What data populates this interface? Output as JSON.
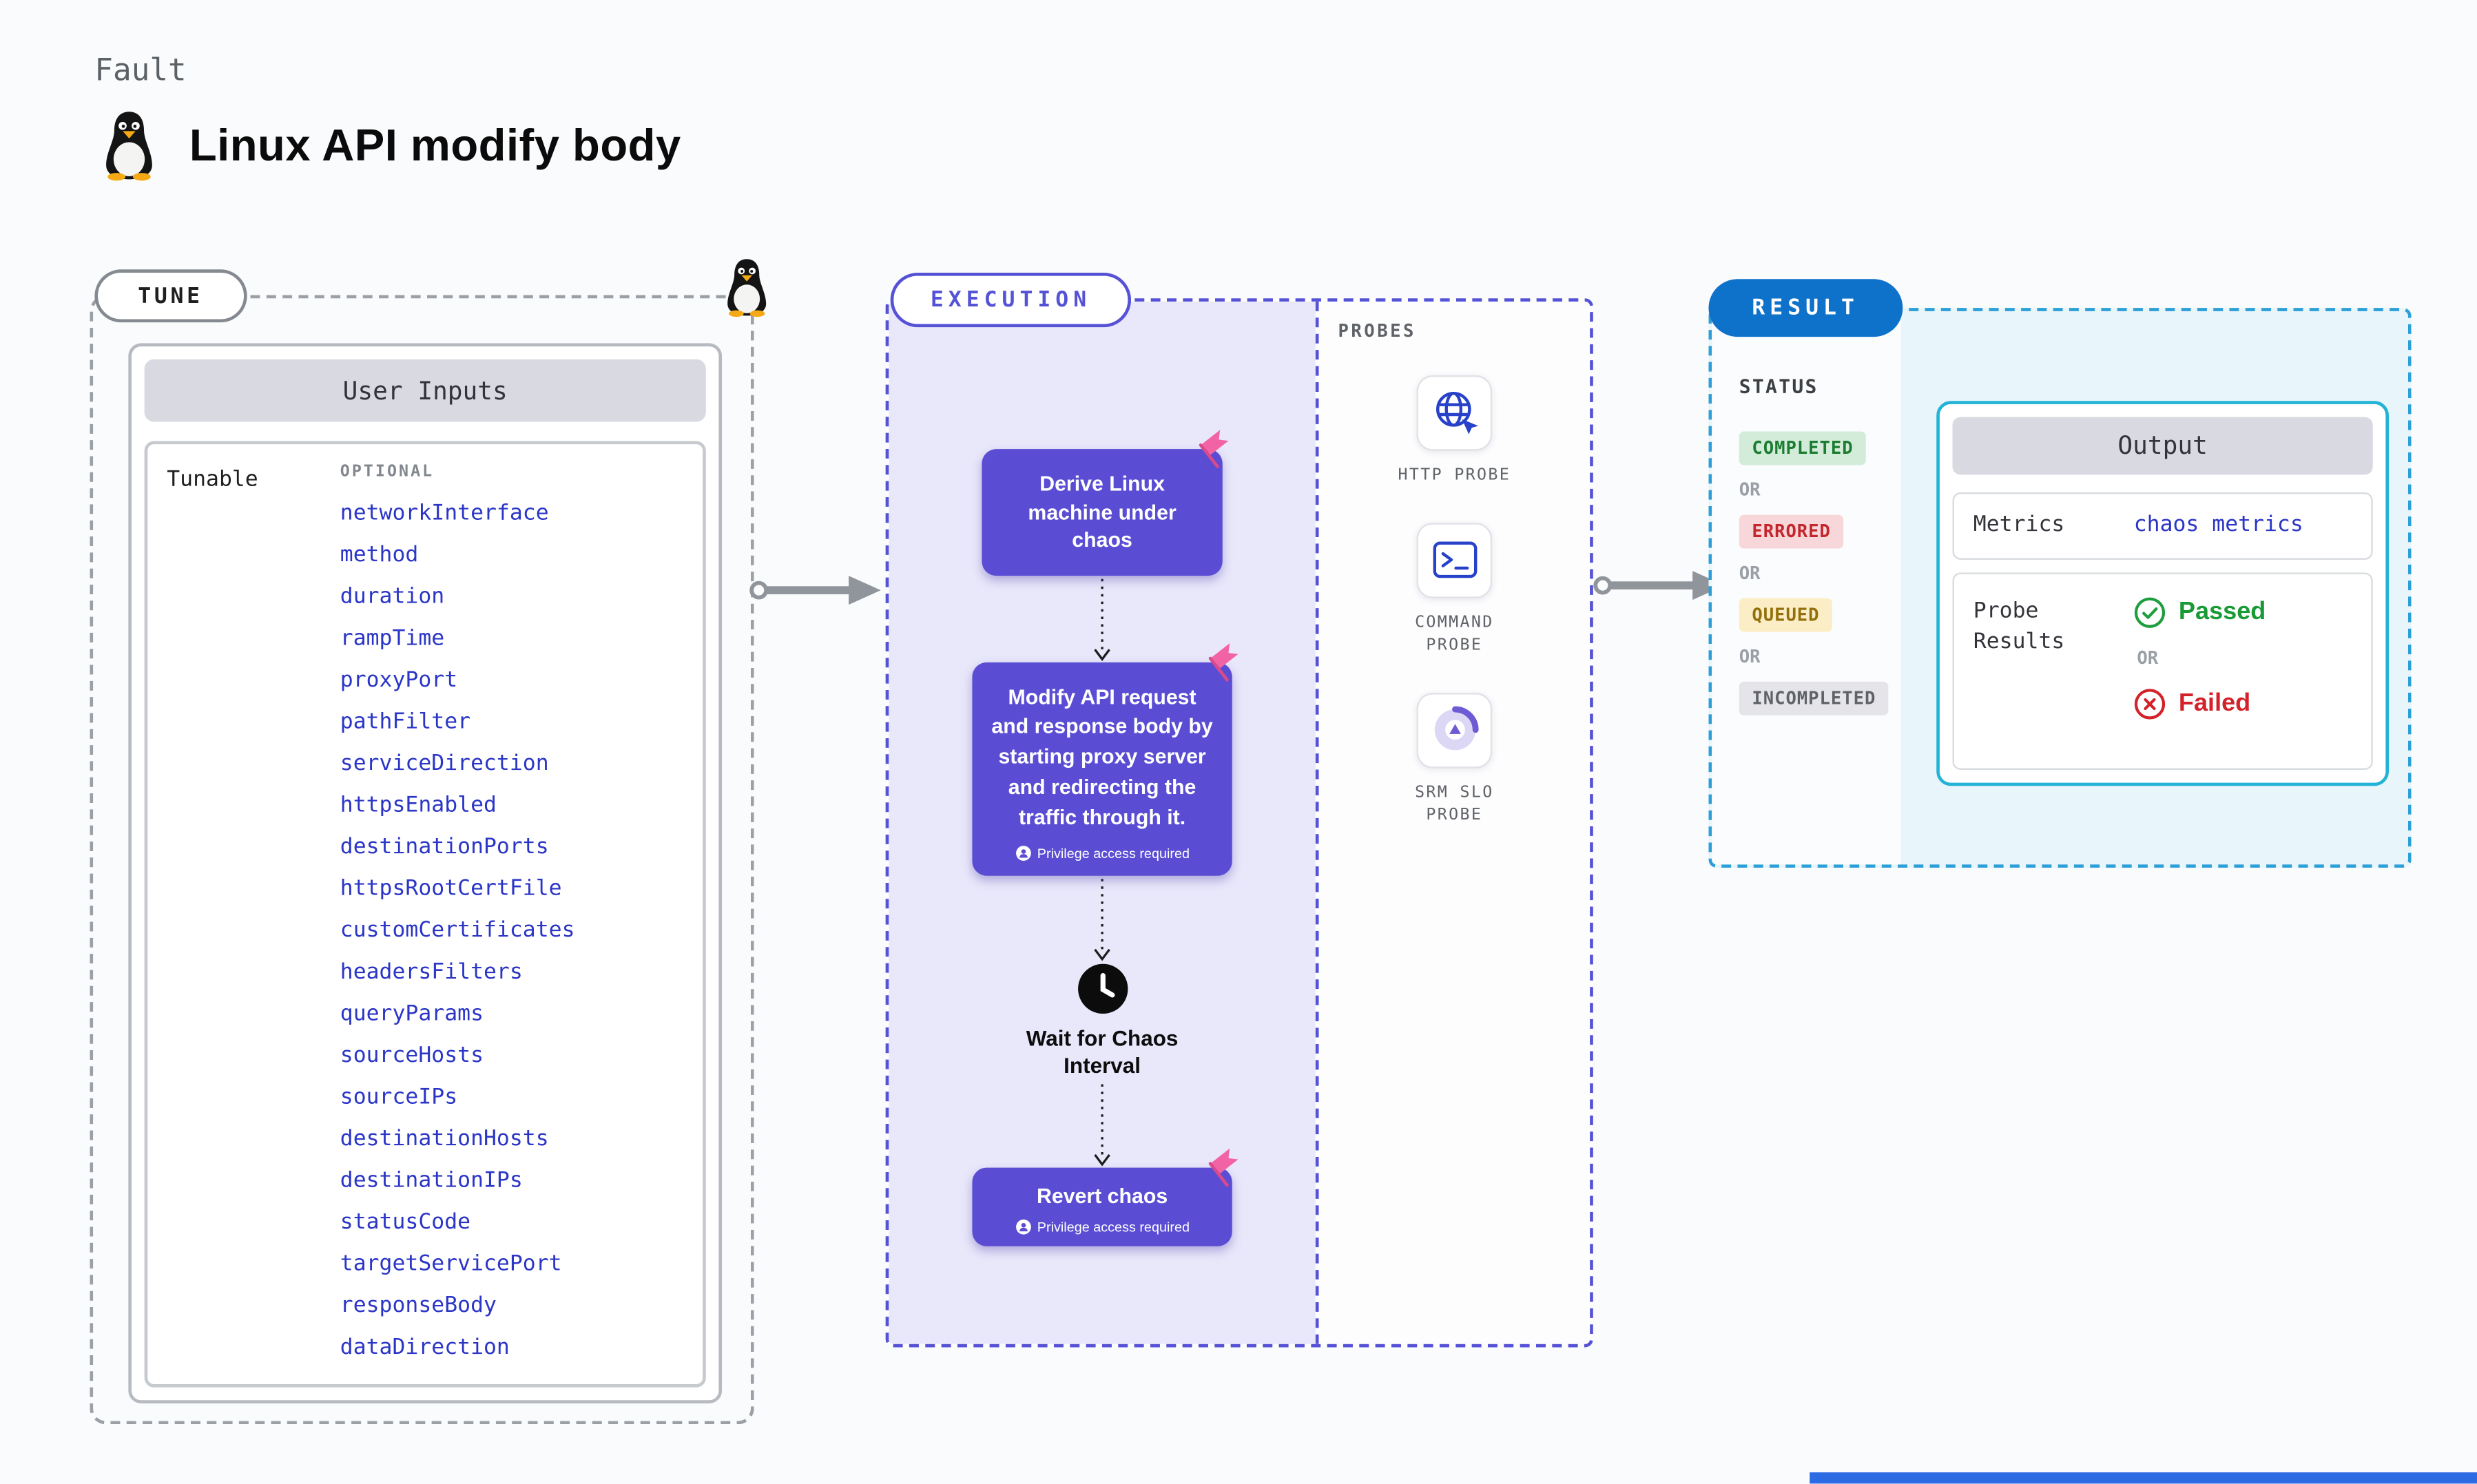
{
  "page": {
    "kicker": "Fault",
    "title": "Linux API modify body"
  },
  "tune": {
    "label": "TUNE",
    "card_header": "User Inputs",
    "row_label": "Tunable",
    "row_tag": "OPTIONAL",
    "tunables": [
      "networkInterface",
      "method",
      "duration",
      "rampTime",
      "proxyPort",
      "pathFilter",
      "serviceDirection",
      "httpsEnabled",
      "destinationPorts",
      "httpsRootCertFile",
      "customCertificates",
      "headersFilters",
      "queryParams",
      "sourceHosts",
      "sourceIPs",
      "destinationHosts",
      "destinationIPs",
      "statusCode",
      "targetServicePort",
      "responseBody",
      "dataDirection"
    ]
  },
  "execution": {
    "label": "EXECUTION",
    "steps": [
      {
        "text": "Derive Linux machine under chaos"
      },
      {
        "text": "Modify API request and response body by starting proxy server and redirecting the traffic through it.",
        "privilege_note": "Privilege access required"
      },
      {
        "text": "Wait for Chaos Interval"
      },
      {
        "text": "Revert chaos",
        "privilege_note": "Privilege access required"
      }
    ]
  },
  "probes": {
    "label": "PROBES",
    "items": [
      {
        "name": "HTTP PROBE",
        "icon": "http-probe-icon"
      },
      {
        "name": "COMMAND PROBE",
        "icon": "command-probe-icon"
      },
      {
        "name": "SRM SLO PROBE",
        "icon": "srm-slo-probe-icon"
      }
    ]
  },
  "result": {
    "label": "RESULT",
    "status_label": "STATUS",
    "or_label": "OR",
    "statuses": [
      {
        "text": "COMPLETED",
        "kind": "success"
      },
      {
        "text": "ERRORED",
        "kind": "error"
      },
      {
        "text": "QUEUED",
        "kind": "warning"
      },
      {
        "text": "INCOMPLETED",
        "kind": "neutral"
      }
    ],
    "output": {
      "header": "Output",
      "metrics_label": "Metrics",
      "metrics_value": "chaos metrics",
      "probe_results_label": "Probe Results",
      "passed": "Passed",
      "failed": "Failed"
    }
  },
  "colors": {
    "page_bg": "#fafbfc",
    "step_purple": "#5a4dd3",
    "lavender": "#e9e7fa",
    "flag_pink": "#f263a5",
    "mono_blue": "#2b36c6",
    "exec_border": "#5552d6",
    "dash_gray": "#9aa0a6",
    "header_gray": "#d9d9e2",
    "arrow_gray": "#8f959b",
    "result_border": "#2d9fd8",
    "result_bg": "#e8f5fa",
    "result_pill": "#0e72cb",
    "output_border": "#23b3d7",
    "success_bg": "#d3ecd9",
    "success_text": "#1b7c32",
    "error_bg": "#f8d7da",
    "error_text": "#c2272e",
    "warn_bg": "#fbeec6",
    "warn_text": "#93700a",
    "neutral_bg": "#e4e4e9",
    "neutral_text": "#5f6368",
    "passed_green": "#189a35",
    "failed_red": "#d3222a"
  }
}
